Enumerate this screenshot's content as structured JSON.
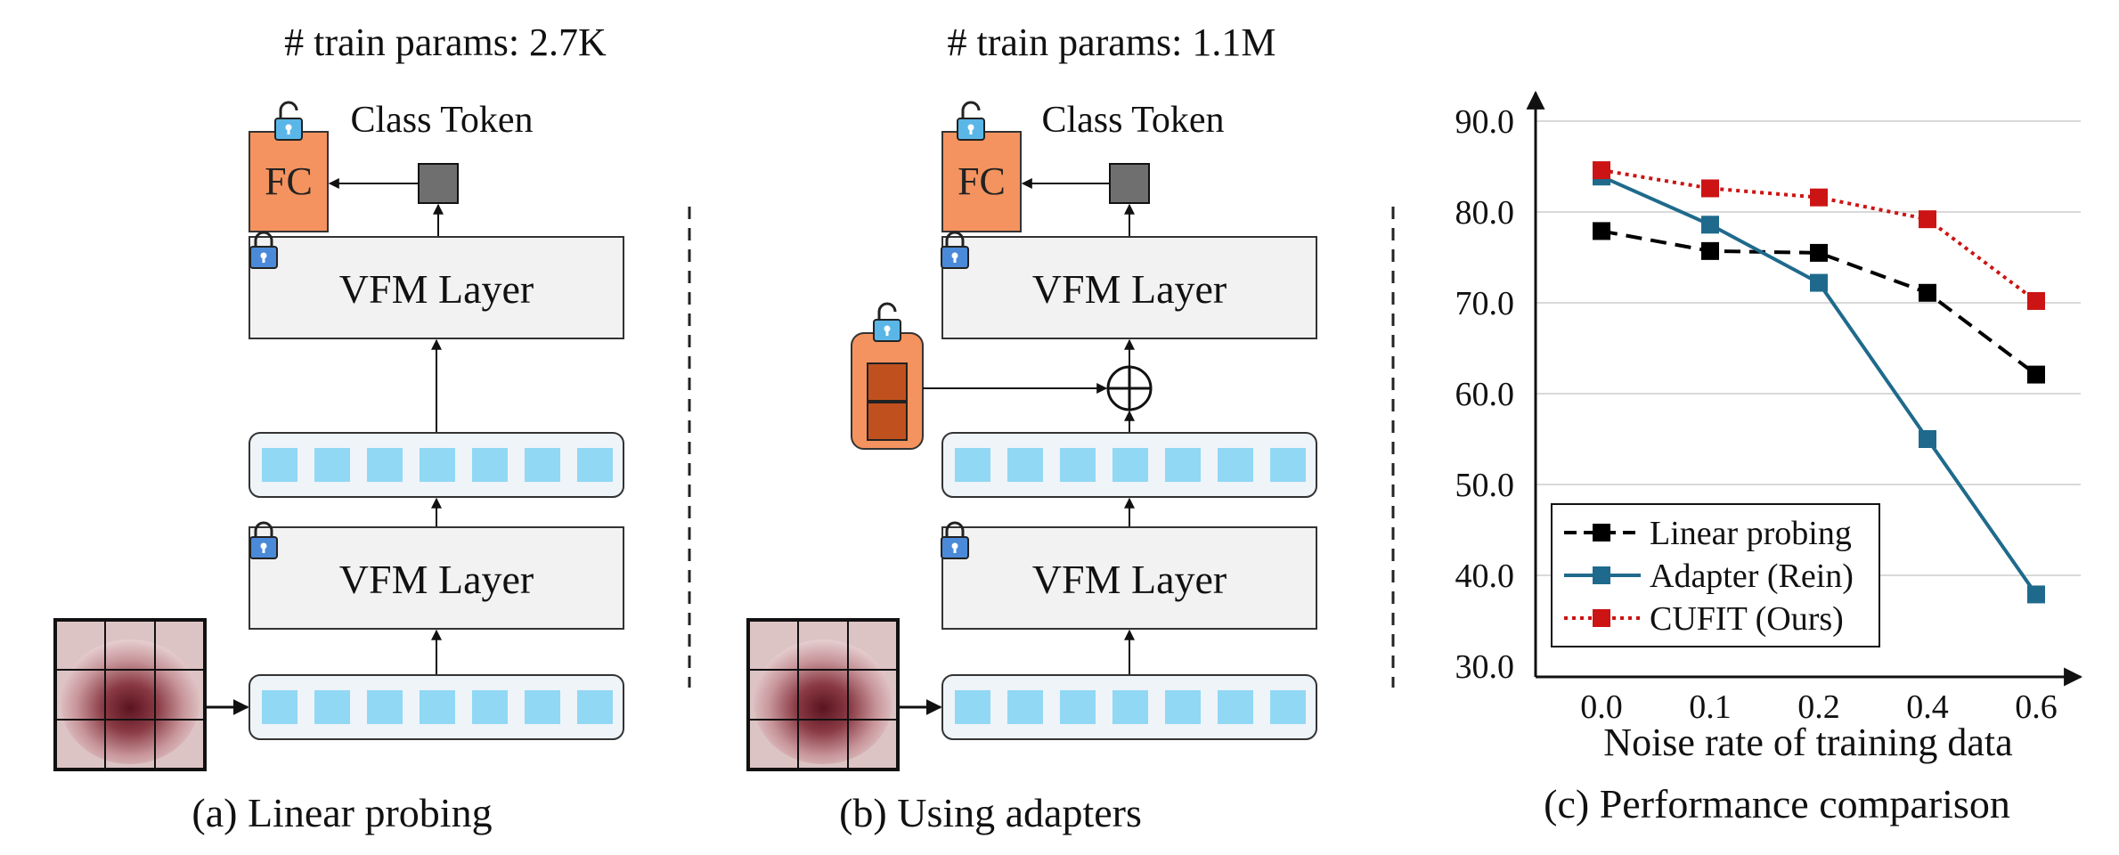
{
  "panels": {
    "a": {
      "params": "# train params: 2.7K",
      "class_token": "Class Token",
      "fc": "FC",
      "layer_top": "VFM Layer",
      "layer_bottom": "VFM Layer",
      "caption": "(a) Linear probing"
    },
    "b": {
      "params": "# train params: 1.1M",
      "class_token": "Class Token",
      "fc": "FC",
      "layer_top": "VFM Layer",
      "layer_bottom": "VFM Layer",
      "caption": "(b) Using adapters"
    }
  },
  "colors": {
    "fc": "#f4935f",
    "adapter_box": "#f4935f",
    "adapter_cell": "#c0511e",
    "token": "#91d8f5",
    "layer_fill": "#f2f2f2",
    "class_token": "#6f6f6f",
    "lock": "#4a8ad8",
    "lock_open": "#5bb6e8",
    "series_linear": "#000000",
    "series_adapter": "#1f6a8c",
    "series_cufit": "#cc1414"
  },
  "icons": [
    "lock-icon",
    "unlock-icon",
    "plus-circle-icon",
    "skin-lesion-image"
  ],
  "chart_data": {
    "type": "line",
    "categories": [
      "0.0",
      "0.1",
      "0.2",
      "0.4",
      "0.6"
    ],
    "xlabel": "Noise rate of training data",
    "ylabel": "",
    "yticks": [
      "30.0",
      "40.0",
      "50.0",
      "60.0",
      "70.0",
      "80.0",
      "90.0"
    ],
    "ylim": [
      30,
      90
    ],
    "grid": true,
    "legend_position": "bottom-left",
    "caption": "(c) Performance comparison",
    "series": [
      {
        "name": "Linear probing",
        "values": [
          77.9,
          75.7,
          75.5,
          71.1,
          62.1
        ],
        "color": "#000000",
        "style": "dashed"
      },
      {
        "name": "Adapter (Rein)",
        "values": [
          83.9,
          78.6,
          72.2,
          55.0,
          37.9
        ],
        "color": "#1f6a8c",
        "style": "solid"
      },
      {
        "name": "CUFIT (Ours)",
        "values": [
          84.6,
          82.6,
          81.6,
          79.2,
          70.2
        ],
        "color": "#cc1414",
        "style": "dotted"
      }
    ]
  }
}
